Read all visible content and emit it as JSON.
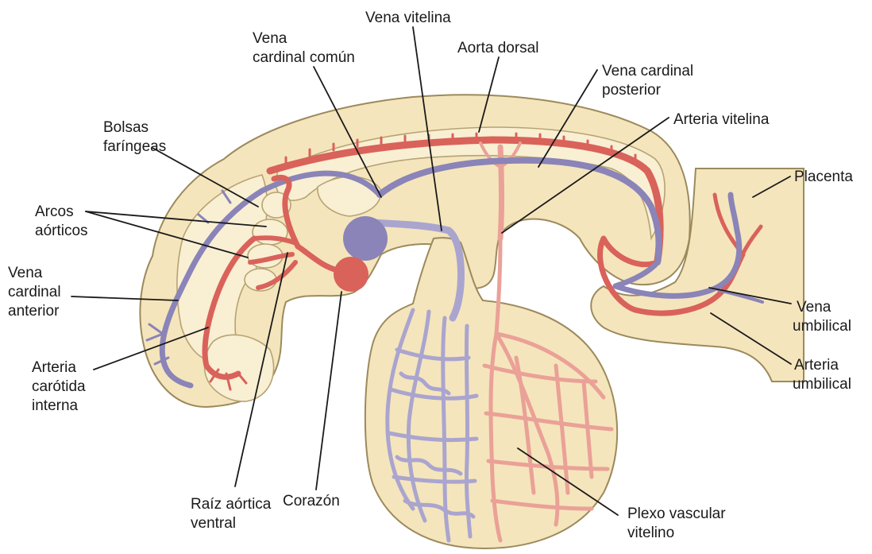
{
  "labels": {
    "vena_vitelina": "Vena vitelina",
    "vena_cardinal_comun": [
      "Vena",
      "cardinal común"
    ],
    "aorta_dorsal": "Aorta dorsal",
    "vena_cardinal_posterior": [
      "Vena cardinal",
      "posterior"
    ],
    "arteria_vitelina": "Arteria vitelina",
    "bolsas_faringeas": [
      "Bolsas",
      "faríngeas"
    ],
    "placenta": "Placenta",
    "arcos_aorticos": [
      "Arcos",
      "aórticos"
    ],
    "vena_cardinal_anterior": [
      "Vena",
      "cardinal",
      "anterior"
    ],
    "vena_umbilical": [
      "Vena",
      "umbilical"
    ],
    "arteria_carotida_interna": [
      "Arteria",
      "carótida",
      "interna"
    ],
    "arteria_umbilical": [
      "Arteria",
      "umbilical"
    ],
    "raiz_aortica_ventral": [
      "Raíz aórtica",
      "ventral"
    ],
    "corazon": "Corazón",
    "plexo_vascular_vitelino": [
      "Plexo vascular",
      "vitelino"
    ]
  },
  "colors": {
    "artery": "#d9625a",
    "vein": "#8a84b8",
    "tissue": "#f5e5bc",
    "tissue_outline": "#9c8a5c",
    "label": "#1a1a1a"
  }
}
